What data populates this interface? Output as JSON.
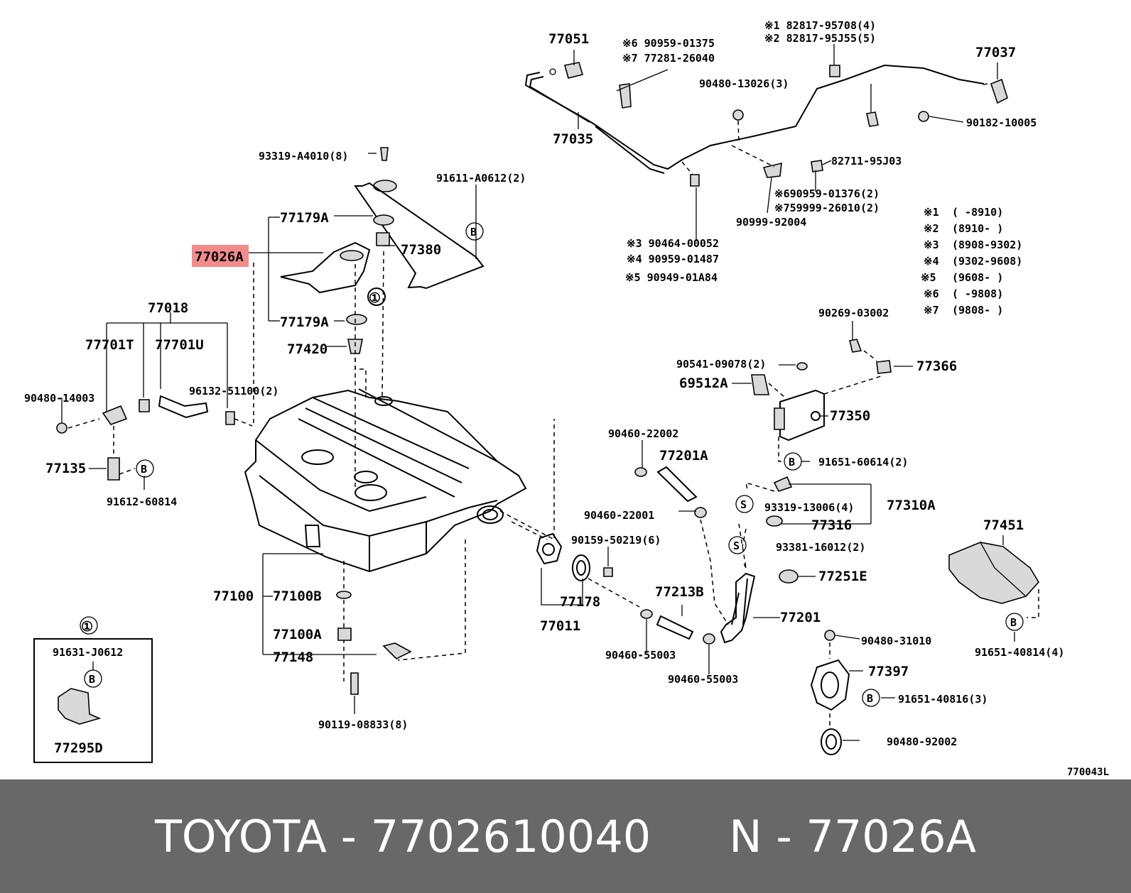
{
  "labels": {
    "p77051": "77051",
    "r6a": "※6 90959-01375",
    "r7a": "※7 77281-26040",
    "r1": "※1 82817-95708(4)",
    "r2": "※2 82817-95J55(5)",
    "p77037": "77037",
    "p90480_13026": "90480-13026(3)",
    "p77035": "77035",
    "p90182": "90182-10005",
    "p82711": "82711-95J03",
    "p93319_a4010": "93319-A4010(8)",
    "p91611": "91611-A0612(2)",
    "r6b": "※690959-01376(2)",
    "r7b": "※759999-26010(2)",
    "p90999": "90999-92004",
    "p77179a_top": "77179A",
    "p77380": "77380",
    "p77026a": "77026A",
    "r3": "※3 90464-00052",
    "r4": "※4 90959-01487",
    "r5": "※5 90949-01A84",
    "p77179a_bot": "77179A",
    "p77018": "77018",
    "p77420": "77420",
    "p77701t": "77701T",
    "p77701u": "77701U",
    "p90269": "90269-03002",
    "p90541": "90541-09078(2)",
    "p77366": "77366",
    "p69512a": "69512A",
    "p90480_14003": "90480-14003",
    "p96132": "96132-51100(2)",
    "p77350": "77350",
    "p90460_22002": "90460-22002",
    "p77201a": "77201A",
    "p77135": "77135",
    "p91612": "91612-60814",
    "p91651_60614": "91651-60614(2)",
    "p93319_13006": "93319-13006(4)",
    "p77310a": "77310A",
    "p90460_22001": "90460-22001",
    "p77316": "77316",
    "p77451": "77451",
    "p90159": "90159-50219(6)",
    "p93381": "93381-16012(2)",
    "p77251e": "77251E",
    "p77100": "77100",
    "p77100b": "77100B",
    "p77213b": "77213B",
    "p77178": "77178",
    "p77201": "77201",
    "p77011": "77011",
    "p77100a": "77100A",
    "p90460_55003a": "90460-55003",
    "p90480_31010": "90480-31010",
    "p91651_40814": "91651-40814(4)",
    "p77148": "77148",
    "p90460_55003b": "90460-55003",
    "p77397": "77397",
    "p91651_40816": "91651-40816(3)",
    "p90119": "90119-08833(8)",
    "p90480_92002": "90480-92002",
    "inset_num": "①",
    "inset_part": "91631-J0612",
    "inset_sub": "77295D",
    "callout_1": "①",
    "ref_code": "770043L"
  },
  "legend": [
    {
      "mark": "※1",
      "range": "(      -8910)"
    },
    {
      "mark": "※2",
      "range": "(8910-      )"
    },
    {
      "mark": "※3",
      "range": "(8908-9302)"
    },
    {
      "mark": "※4",
      "range": "(9302-9608)"
    },
    {
      "mark": "※5",
      "range": "(9608-      )"
    },
    {
      "mark": "※6",
      "range": "(      -9808)"
    },
    {
      "mark": "※7",
      "range": "(9808-      )"
    }
  ],
  "markers": {
    "b": "B",
    "s": "S"
  },
  "highlight_part": "77026A",
  "colors": {
    "highlight": "#f28b8b",
    "footer_bg": "#686868",
    "footer_text": "#ffffff"
  },
  "footer": {
    "brand_part": "TOYOTA - 7702610040",
    "ref": "N - 77026A"
  }
}
